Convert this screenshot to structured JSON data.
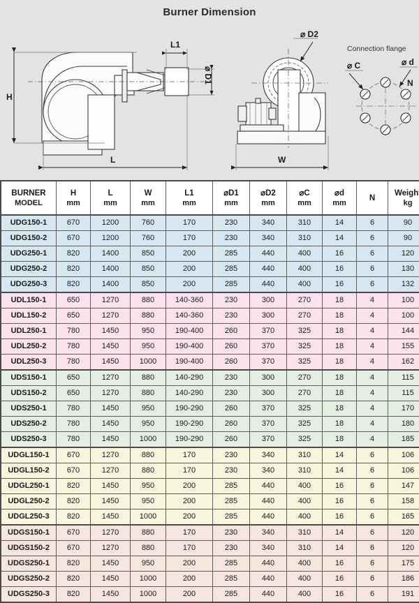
{
  "drawing": {
    "title": "Burner Dimension",
    "connection_flange_label": "Connection flange",
    "labels": {
      "h": "H",
      "l": "L",
      "w": "W",
      "l1": "L1",
      "d1": "⌀ D1",
      "d2": "⌀ D2",
      "c": "⌀ C",
      "d_small": "⌀ d",
      "n": "N"
    }
  },
  "table": {
    "columns": [
      {
        "main": "BURNER",
        "unit": "MODEL"
      },
      {
        "main": "H",
        "unit": "mm"
      },
      {
        "main": "L",
        "unit": "mm"
      },
      {
        "main": "W",
        "unit": "mm"
      },
      {
        "main": "L1",
        "unit": "mm"
      },
      {
        "main": "⌀D1",
        "unit": "mm"
      },
      {
        "main": "⌀D2",
        "unit": "mm"
      },
      {
        "main": "⌀C",
        "unit": "mm"
      },
      {
        "main": "⌀d",
        "unit": "mm"
      },
      {
        "main": "N",
        "unit": ""
      },
      {
        "main": "Weight",
        "unit": "kg"
      }
    ],
    "groups": [
      {
        "key": "udg",
        "color": "#d7e7f2",
        "rows": [
          [
            "UDG150-1",
            "670",
            "1200",
            "760",
            "170",
            "230",
            "340",
            "310",
            "14",
            "6",
            "90"
          ],
          [
            "UDG150-2",
            "670",
            "1200",
            "760",
            "170",
            "230",
            "340",
            "310",
            "14",
            "6",
            "90"
          ],
          [
            "UDG250-1",
            "820",
            "1400",
            "850",
            "200",
            "285",
            "440",
            "400",
            "16",
            "6",
            "120"
          ],
          [
            "UDG250-2",
            "820",
            "1400",
            "850",
            "200",
            "285",
            "440",
            "400",
            "16",
            "6",
            "130"
          ],
          [
            "UDG250-3",
            "820",
            "1400",
            "850",
            "200",
            "285",
            "440",
            "400",
            "16",
            "6",
            "132"
          ]
        ]
      },
      {
        "key": "udl",
        "color": "#fae3ec",
        "rows": [
          [
            "UDL150-1",
            "650",
            "1270",
            "880",
            "140-360",
            "230",
            "300",
            "270",
            "18",
            "4",
            "100"
          ],
          [
            "UDL150-2",
            "650",
            "1270",
            "880",
            "140-360",
            "230",
            "300",
            "270",
            "18",
            "4",
            "100"
          ],
          [
            "UDL250-1",
            "780",
            "1450",
            "950",
            "190-400",
            "260",
            "370",
            "325",
            "18",
            "4",
            "144"
          ],
          [
            "UDL250-2",
            "780",
            "1450",
            "950",
            "190-400",
            "260",
            "370",
            "325",
            "18",
            "4",
            "155"
          ],
          [
            "UDL250-3",
            "780",
            "1450",
            "1000",
            "190-400",
            "260",
            "370",
            "325",
            "18",
            "4",
            "162"
          ]
        ]
      },
      {
        "key": "uds",
        "color": "#e4eee2",
        "rows": [
          [
            "UDS150-1",
            "650",
            "1270",
            "880",
            "140-290",
            "230",
            "300",
            "270",
            "18",
            "4",
            "115"
          ],
          [
            "UDS150-2",
            "650",
            "1270",
            "880",
            "140-290",
            "230",
            "300",
            "270",
            "18",
            "4",
            "115"
          ],
          [
            "UDS250-1",
            "780",
            "1450",
            "950",
            "190-290",
            "260",
            "370",
            "325",
            "18",
            "4",
            "170"
          ],
          [
            "UDS250-2",
            "780",
            "1450",
            "950",
            "190-290",
            "260",
            "370",
            "325",
            "18",
            "4",
            "180"
          ],
          [
            "UDS250-3",
            "780",
            "1450",
            "1000",
            "190-290",
            "260",
            "370",
            "325",
            "18",
            "4",
            "185"
          ]
        ]
      },
      {
        "key": "udgl",
        "color": "#f7f5de",
        "rows": [
          [
            "UDGL150-1",
            "670",
            "1270",
            "880",
            "170",
            "230",
            "340",
            "310",
            "14",
            "6",
            "106"
          ],
          [
            "UDGL150-2",
            "670",
            "1270",
            "880",
            "170",
            "230",
            "340",
            "310",
            "14",
            "6",
            "106"
          ],
          [
            "UDGL250-1",
            "820",
            "1450",
            "950",
            "200",
            "285",
            "440",
            "400",
            "16",
            "6",
            "147"
          ],
          [
            "UDGL250-2",
            "820",
            "1450",
            "950",
            "200",
            "285",
            "440",
            "400",
            "16",
            "6",
            "158"
          ],
          [
            "UDGL250-3",
            "820",
            "1450",
            "1000",
            "200",
            "285",
            "440",
            "400",
            "16",
            "6",
            "165"
          ]
        ]
      },
      {
        "key": "udgs",
        "color": "#f6e6dd",
        "rows": [
          [
            "UDGS150-1",
            "670",
            "1270",
            "880",
            "170",
            "230",
            "340",
            "310",
            "14",
            "6",
            "120"
          ],
          [
            "UDGS150-2",
            "670",
            "1270",
            "880",
            "170",
            "230",
            "340",
            "310",
            "14",
            "6",
            "120"
          ],
          [
            "UDGS250-1",
            "820",
            "1450",
            "950",
            "200",
            "285",
            "440",
            "400",
            "16",
            "6",
            "175"
          ],
          [
            "UDGS250-2",
            "820",
            "1450",
            "1000",
            "200",
            "285",
            "440",
            "400",
            "16",
            "6",
            "186"
          ],
          [
            "UDGS250-3",
            "820",
            "1450",
            "1000",
            "200",
            "285",
            "440",
            "400",
            "16",
            "6",
            "191"
          ]
        ]
      }
    ]
  }
}
